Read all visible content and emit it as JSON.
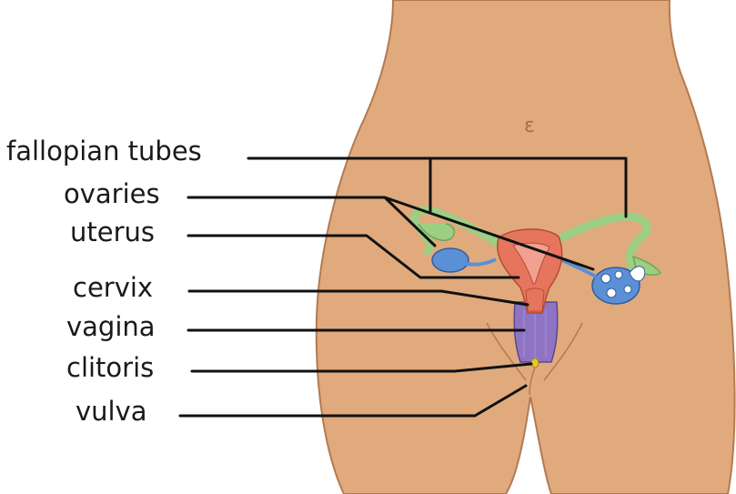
{
  "labels": {
    "fallopian_tubes": "fallopian tubes",
    "ovaries": "ovaries",
    "uterus": "uterus",
    "cervix": "cervix",
    "vagina": "vagina",
    "clitoris": "clitoris",
    "vulva": "vulva"
  },
  "colors": {
    "skin": "#e0aa7d",
    "skin_edge": "#b27a52",
    "uterus": "#e5765d",
    "uterus_inner": "#f2a08f",
    "fallopian_tube": "#9ccf84",
    "ovary": "#5b8fd6",
    "vagina": "#8f74c4",
    "clitoris": "#e7c532",
    "leader_line": "#111111"
  }
}
